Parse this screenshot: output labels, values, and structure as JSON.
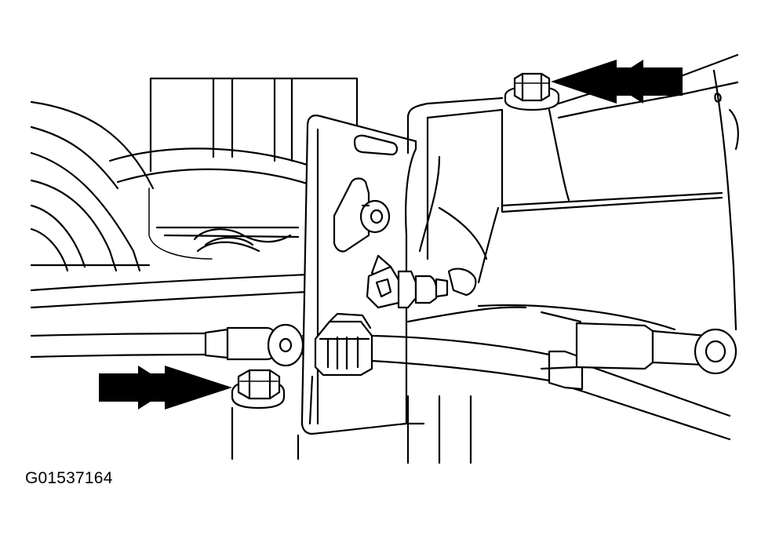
{
  "figure": {
    "code": "G01537164"
  },
  "callouts": [
    {
      "icon": "arrow-right-icon",
      "target": "lower-bolt"
    },
    {
      "icon": "arrow-left-icon",
      "target": "upper-bolt"
    }
  ],
  "colors": {
    "line": "#000000",
    "background": "#ffffff"
  }
}
